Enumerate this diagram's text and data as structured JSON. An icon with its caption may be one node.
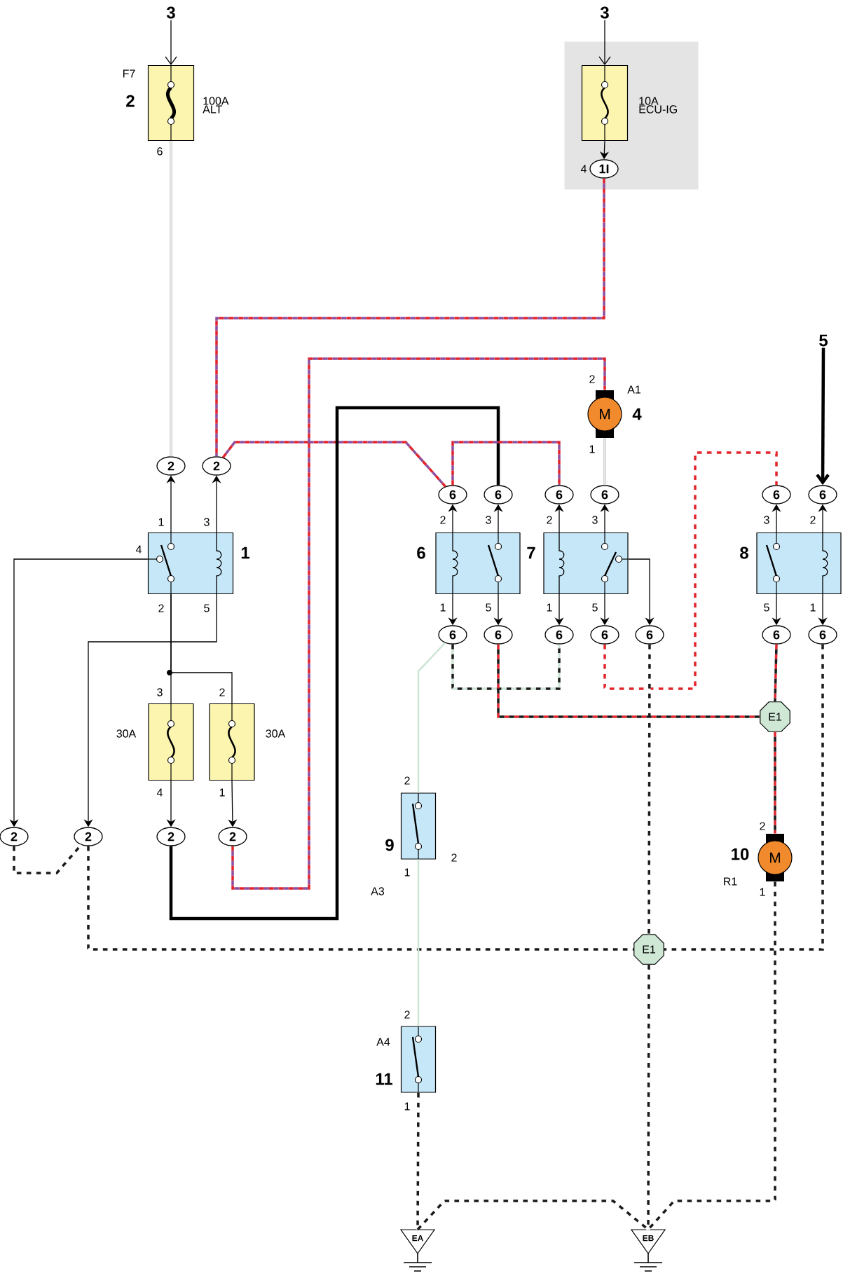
{
  "diagram": {
    "nodes": [
      {
        "text": [
          "3"
        ]
      },
      {
        "text": [
          "F7",
          "2",
          "100A ALT"
        ],
        "beside": [
          "6"
        ]
      },
      {
        "text": [
          "3"
        ]
      },
      {
        "text": [],
        "shape": "box"
      },
      {
        "text": [
          "10A ECU-IG"
        ],
        "in": 3
      },
      {
        "text": [
          "1I"
        ],
        "beside": [
          "4"
        ],
        "in": 3
      },
      {
        "text": [
          "1"
        ],
        "beside": [
          "1",
          "3",
          "4",
          "2",
          "5"
        ]
      },
      {
        "text": [
          "2"
        ]
      },
      {
        "text": [
          "2"
        ]
      },
      {
        "text": [
          "30A"
        ],
        "beside": [
          "3",
          "4"
        ]
      },
      {
        "text": [
          "30A"
        ],
        "beside": [
          "2",
          "1"
        ]
      },
      {
        "text": [
          "2"
        ]
      },
      {
        "text": [
          "2"
        ]
      },
      {
        "text": [
          "2"
        ]
      },
      {
        "text": [
          "2"
        ]
      },
      {
        "text": [
          "M",
          "A1",
          "4"
        ],
        "beside": [
          "2",
          "1"
        ]
      },
      {
        "text": [
          "5"
        ]
      },
      {
        "text": [
          "6"
        ]
      },
      {
        "text": [
          "6"
        ]
      },
      {
        "text": [
          "6"
        ]
      },
      {
        "text": [
          "6"
        ]
      },
      {
        "text": [
          "6"
        ]
      },
      {
        "text": [
          "6"
        ]
      },
      {
        "text": [
          "6"
        ],
        "beside": [
          "2",
          "3",
          "1",
          "5"
        ]
      },
      {
        "text": [
          "7"
        ],
        "beside": [
          "2",
          "3",
          "1",
          "5"
        ]
      },
      {
        "text": [
          "8"
        ],
        "beside": [
          "3",
          "2",
          "5",
          "1"
        ]
      },
      {
        "text": [
          "6"
        ]
      },
      {
        "text": [
          "6"
        ]
      },
      {
        "text": [
          "6"
        ]
      },
      {
        "text": [
          "6"
        ]
      },
      {
        "text": [
          "6"
        ]
      },
      {
        "text": [
          "6"
        ]
      },
      {
        "text": [
          "6"
        ]
      },
      {
        "text": [
          "E1"
        ]
      },
      {
        "text": [
          "9",
          "A3"
        ],
        "beside": [
          "2",
          "2",
          "1"
        ]
      },
      {
        "text": [
          "10",
          "M",
          "R1"
        ],
        "beside": [
          "2",
          "1"
        ]
      },
      {
        "text": [
          "E1"
        ]
      },
      {
        "text": [
          "A4",
          "11"
        ],
        "beside": [
          "2",
          "1"
        ]
      },
      {
        "text": [
          "EA"
        ]
      },
      {
        "text": [
          "EB"
        ]
      }
    ],
    "edges": [
      {
        "from": 0,
        "to": 1,
        "arrow": "to"
      },
      {
        "from": 2,
        "to": 4,
        "arrow": "to"
      },
      {
        "from": 4,
        "to": 5,
        "arrow": "to"
      },
      {
        "from": 1,
        "to": 7,
        "arrow": "none",
        "color": "#8c8c8c"
      },
      {
        "from": 5,
        "to": 8,
        "arrow": "none",
        "style": "dashed",
        "color": "#e2242c"
      },
      {
        "from": 6,
        "to": 7,
        "arrow": "to"
      },
      {
        "from": 6,
        "to": 8,
        "arrow": "to"
      },
      {
        "from": 8,
        "to": 17,
        "arrow": "none",
        "style": "dashed",
        "color": "#e2242c"
      },
      {
        "from": 6,
        "to": 9,
        "arrow": "none"
      },
      {
        "from": 6,
        "to": 10,
        "arrow": "none"
      },
      {
        "from": 6,
        "to": 11,
        "arrow": "to"
      },
      {
        "from": 6,
        "to": 12,
        "arrow": "to"
      },
      {
        "from": 9,
        "to": 13,
        "arrow": "to"
      },
      {
        "from": 10,
        "to": 14,
        "arrow": "to"
      },
      {
        "from": 11,
        "to": 12,
        "arrow": "none",
        "style": "dashed",
        "color": "#1a1a1a"
      },
      {
        "from": 12,
        "to": 36,
        "arrow": "none",
        "style": "dashed",
        "color": "#1a1a1a"
      },
      {
        "from": 13,
        "to": 18,
        "arrow": "none",
        "style": "thick"
      },
      {
        "from": 14,
        "to": 15,
        "arrow": "none",
        "style": "dashed",
        "color": "#e2242c"
      },
      {
        "from": 15,
        "to": 20,
        "arrow": "none",
        "color": "#8c8c8c"
      },
      {
        "from": 23,
        "to": 17,
        "arrow": "to"
      },
      {
        "from": 23,
        "to": 18,
        "arrow": "to"
      },
      {
        "from": 24,
        "to": 19,
        "arrow": "to"
      },
      {
        "from": 24,
        "to": 20,
        "arrow": "to"
      },
      {
        "from": 17,
        "to": 19,
        "arrow": "none",
        "style": "dashed",
        "color": "#e2242c"
      },
      {
        "from": 16,
        "to": 22,
        "arrow": "to",
        "style": "thick"
      },
      {
        "from": 25,
        "to": 21,
        "arrow": "to"
      },
      {
        "from": 25,
        "to": 22,
        "arrow": "to"
      },
      {
        "from": 23,
        "to": 26,
        "arrow": "to"
      },
      {
        "from": 23,
        "to": 27,
        "arrow": "to"
      },
      {
        "from": 24,
        "to": 28,
        "arrow": "to"
      },
      {
        "from": 24,
        "to": 29,
        "arrow": "to"
      },
      {
        "from": 24,
        "to": 30,
        "arrow": "to"
      },
      {
        "from": 25,
        "to": 31,
        "arrow": "to"
      },
      {
        "from": 25,
        "to": 32,
        "arrow": "to"
      },
      {
        "from": 29,
        "to": 21,
        "arrow": "none",
        "style": "dashed",
        "color": "#e2242c"
      },
      {
        "from": 26,
        "to": 28,
        "arrow": "none",
        "style": "dashed",
        "color": "#1a1a1a"
      },
      {
        "from": 26,
        "to": 34,
        "arrow": "none",
        "color": "#cfe6d6"
      },
      {
        "from": 27,
        "to": 33,
        "arrow": "none",
        "style": "dashed",
        "color": "#e2242c"
      },
      {
        "from": 31,
        "to": 33,
        "arrow": "none",
        "style": "dashed",
        "color": "#e2242c"
      },
      {
        "from": 33,
        "to": 35,
        "arrow": "none",
        "style": "dashed",
        "color": "#e2242c"
      },
      {
        "from": 30,
        "to": 36,
        "arrow": "none",
        "style": "dashed",
        "color": "#1a1a1a"
      },
      {
        "from": 36,
        "to": 39,
        "arrow": "none",
        "style": "dashed",
        "color": "#1a1a1a"
      },
      {
        "from": 32,
        "to": 36,
        "arrow": "none",
        "style": "dashed",
        "color": "#1a1a1a"
      },
      {
        "from": 35,
        "to": 39,
        "arrow": "none",
        "style": "dashed",
        "color": "#1a1a1a"
      },
      {
        "from": 34,
        "to": 37,
        "arrow": "none",
        "color": "#cfe6d6"
      },
      {
        "from": 37,
        "to": 38,
        "arrow": "none",
        "style": "dashed",
        "color": "#1a1a1a"
      },
      {
        "from": 38,
        "to": 39,
        "arrow": "none",
        "style": "dashed",
        "color": "#1a1a1a"
      }
    ]
  }
}
